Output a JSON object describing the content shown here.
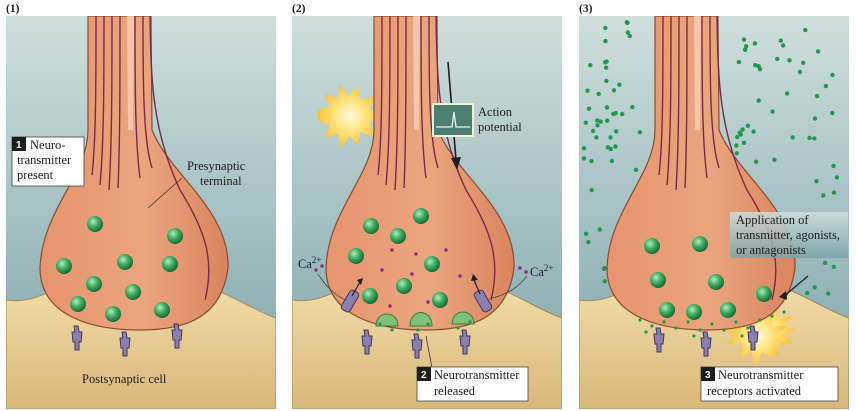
{
  "panels": [
    {
      "label": "(1)",
      "step_number": "1",
      "step_lines": [
        "Neuro-",
        "transmitter",
        "present"
      ],
      "presynaptic_lines": [
        "Presynaptic",
        "terminal"
      ],
      "postsynaptic": "Postsynaptic cell"
    },
    {
      "label": "(2)",
      "ca_left": "Ca",
      "ca_right": "Ca",
      "ca_sup": "2+",
      "action_lines": [
        "Action",
        "potential"
      ],
      "step_number": "2",
      "step_lines": [
        "Neurotransmitter",
        "released"
      ]
    },
    {
      "label": "(3)",
      "application_lines": [
        "Application of",
        "transmitter, agonists,",
        "or antagonists"
      ],
      "step_number": "3",
      "step_lines": [
        "Neurotransmitter",
        "receptors activated"
      ]
    }
  ],
  "colors": {
    "sky_top": "#cfdedd",
    "sky_bottom": "#7ba4a9",
    "terminal": "#e79c74",
    "axon_lines": "#7a2a48",
    "post_cell": "#f1dba2",
    "vesicle": "#3fa85b",
    "receptor": "#8b7fb0",
    "dots_green": "#1f9a4a",
    "dots_purple": "#8a2f8a",
    "flash": "#ffd95a"
  }
}
